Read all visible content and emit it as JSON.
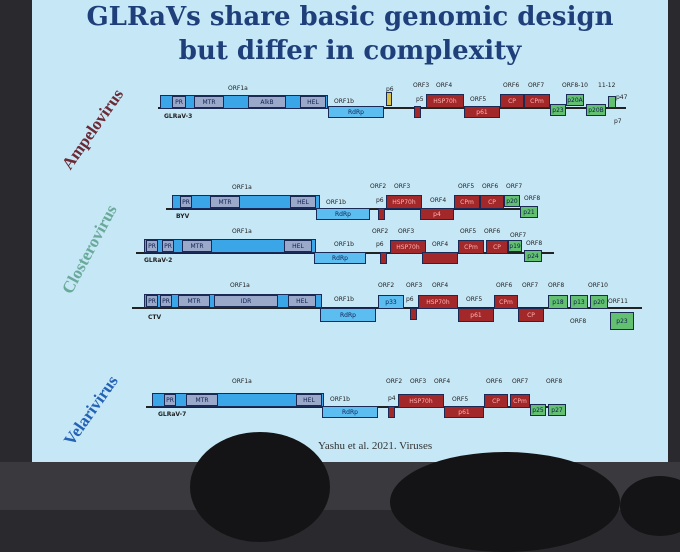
{
  "slide": {
    "title_line1": "GLRaVs share basic genomic design",
    "title_line2": "but differ in complexity",
    "citation": "Yashu et al. 2021. Viruses",
    "genera": [
      "Ampelovirus",
      "Closterovirus",
      "Velarivirus"
    ]
  },
  "genomes": [
    {
      "name": "GLRaV-3"
    },
    {
      "name": "BYV"
    },
    {
      "name": "GLRaV-2"
    },
    {
      "name": "CTV"
    },
    {
      "name": "GLRaV-7"
    }
  ],
  "labels": {
    "orf1a": "ORF1a",
    "orf1b": "ORF1b",
    "orf2": "ORF2",
    "orf3": "ORF3",
    "orf4": "ORF4",
    "orf5": "ORF5",
    "orf6": "ORF6",
    "orf7": "ORF7",
    "orf8": "ORF8",
    "orf8_10": "ORF8-10",
    "orf10": "ORF10",
    "orf11": "ORF11",
    "orf11_12": "11-12",
    "pr": "PR",
    "mtr": "MTR",
    "hel": "HEL",
    "alkb": "AlkB",
    "idr": "IDR",
    "rdrp": "RdRp",
    "p6": "p6",
    "p5": "p5",
    "p4": "p4",
    "p21": "p21",
    "p24": "p24",
    "p33": "p33",
    "p19": "p19",
    "p20": "p20",
    "p23": "p23",
    "p25": "p25",
    "p27": "p27",
    "p13": "p13",
    "p18": "p18",
    "p7": "p7",
    "p47": "p47",
    "p20a": "p20A",
    "p20b": "p20B",
    "hsp70h": "HSP70h",
    "p61": "p61",
    "cpm": "CPm",
    "cp": "CP"
  },
  "colors": {
    "replication": "#3aa6e8",
    "domain": "#9aa9c9",
    "quintuple_gene_block": "#a3282a",
    "accessory": "#62c070",
    "background": "#c6e7f6"
  }
}
